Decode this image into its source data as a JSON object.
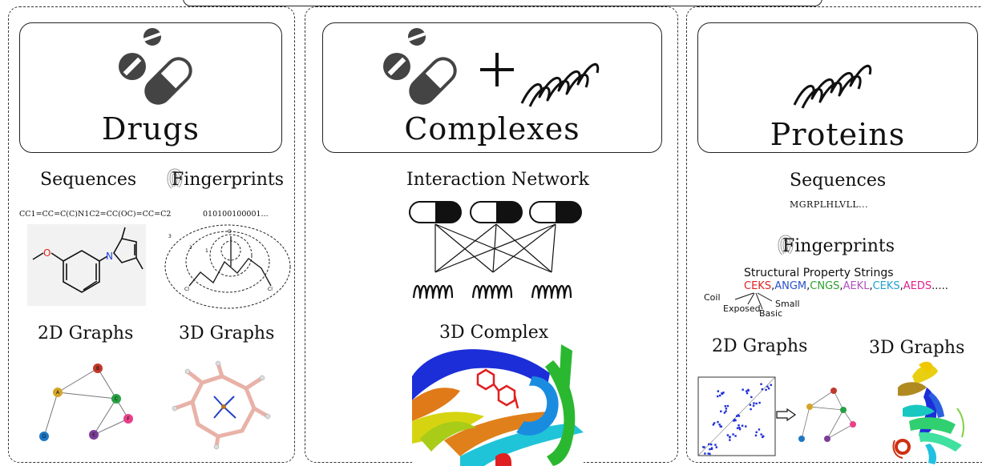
{
  "drugs": {
    "title": "Drugs",
    "sequences_label": "Sequences",
    "fingerprints_label": "Fingerprints",
    "smiles": "CC1=CC=C(C)N1C2=CC(OC)=CC=C2",
    "fingerprint_bits": "010100100001...",
    "graph2d_label": "2D Graphs",
    "graph3d_label": "3D Graphs",
    "mol_atoms": {
      "O": "O",
      "N": "N"
    },
    "ring_labels": [
      "1",
      "2",
      "3",
      "O",
      "Cl",
      "Cl"
    ],
    "graph_nodes": [
      {
        "id": "A",
        "color": "#d4a52a"
      },
      {
        "id": "B",
        "color": "#c0392b"
      },
      {
        "id": "C",
        "color": "#27a043"
      },
      {
        "id": "D",
        "color": "#1f77c4"
      },
      {
        "id": "E",
        "color": "#7d3c98"
      },
      {
        "id": "F",
        "color": "#e8408a"
      }
    ]
  },
  "complexes": {
    "title": "Complexes",
    "network_label": "Interaction Network",
    "complex3d_label": "3D Complex"
  },
  "proteins": {
    "title": "Proteins",
    "sequences_label": "Sequences",
    "sequence": "MGRPLHLVLL...",
    "fingerprints_label": "Fingerprints",
    "sps_title": "Structural Property Strings",
    "sps_tokens": [
      {
        "text": "CEKS",
        "color": "#e02020"
      },
      {
        "text": ",",
        "color": "#111111"
      },
      {
        "text": "ANGM",
        "color": "#2a50c8"
      },
      {
        "text": ",",
        "color": "#111111"
      },
      {
        "text": "CNGS",
        "color": "#2aa02a"
      },
      {
        "text": ",",
        "color": "#111111"
      },
      {
        "text": "AEKL",
        "color": "#b050c0"
      },
      {
        "text": ",",
        "color": "#111111"
      },
      {
        "text": "CEKS",
        "color": "#20a0d0"
      },
      {
        "text": ",",
        "color": "#111111"
      },
      {
        "text": "AEDS",
        "color": "#e0208a"
      },
      {
        "text": ".....",
        "color": "#111111"
      }
    ],
    "sps_annotations": [
      "Coil",
      "Exposed",
      "Basic",
      "Small"
    ],
    "graph2d_label": "2D Graphs",
    "graph3d_label": "3D Graphs"
  }
}
